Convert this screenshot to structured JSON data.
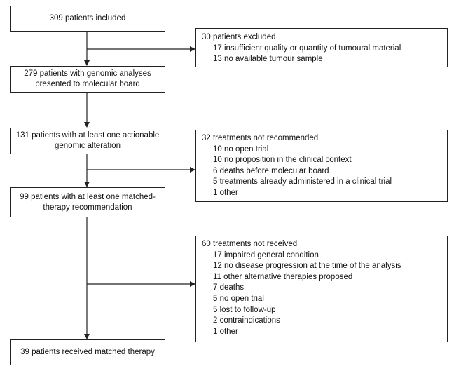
{
  "main_steps": [
    {
      "id": "included",
      "lines": [
        "309 patients included"
      ]
    },
    {
      "id": "genomic",
      "lines": [
        "279 patients with genomic analyses",
        "presented to molecular board"
      ]
    },
    {
      "id": "actionable",
      "lines": [
        "131 patients with at least one actionable",
        "genomic alteration"
      ]
    },
    {
      "id": "recommendation",
      "lines": [
        "99 patients with at least one matched-",
        "therapy recommendation"
      ]
    },
    {
      "id": "received",
      "lines": [
        "39 patients received matched therapy"
      ]
    }
  ],
  "side_boxes": [
    {
      "id": "excluded",
      "title": "30 patients excluded",
      "items": [
        "17 insufficient quality or quantity of tumoural material",
        "13 no available tumour sample"
      ]
    },
    {
      "id": "not-recommended",
      "title": "32 treatments not recommended",
      "items": [
        "10 no open trial",
        "10 no proposition in the clinical context",
        "6 deaths before molecular board",
        "5 treatments already administered in a clinical trial",
        "1 other"
      ]
    },
    {
      "id": "not-received",
      "title": "60 treatments not received",
      "items": [
        "17 impaired general condition",
        "12 no disease progression at the time of the analysis",
        "11 other alternative therapies proposed",
        "7 deaths",
        "5 no open trial",
        "5 lost to follow-up",
        "2 contraindications",
        "1 other"
      ]
    }
  ]
}
